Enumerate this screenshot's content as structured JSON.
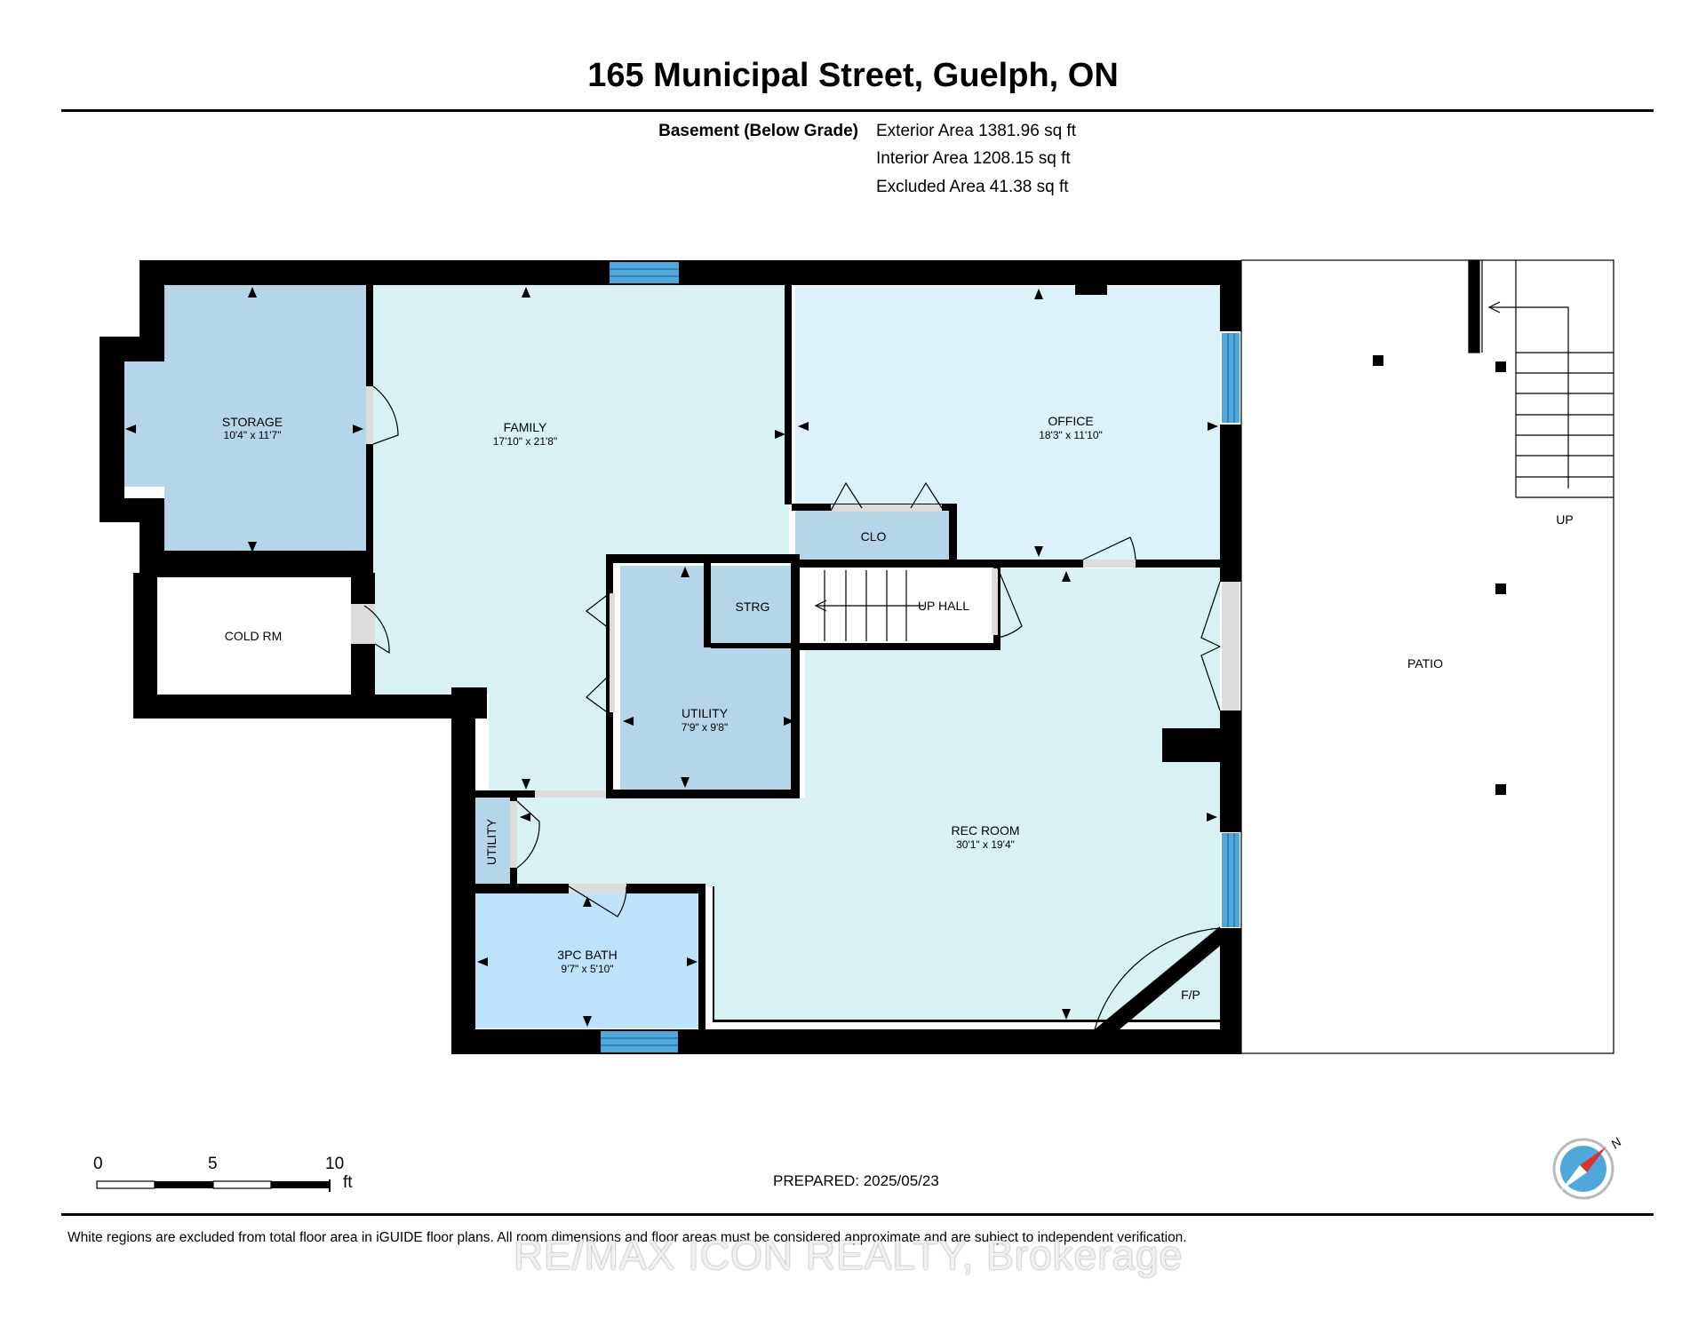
{
  "title": "165 Municipal Street, Guelph, ON",
  "level": {
    "name": "Basement (Below Grade)",
    "exterior_area": "Exterior Area 1381.96 sq ft",
    "interior_area": "Interior Area 1208.15 sq ft",
    "excluded_area": "Excluded Area 41.38 sq ft"
  },
  "rooms": {
    "storage": {
      "name": "STORAGE",
      "dims": "10'4\" x 11'7\""
    },
    "family": {
      "name": "FAMILY",
      "dims": "17'10\" x 21'8\""
    },
    "office": {
      "name": "OFFICE",
      "dims": "18'3\" x 11'10\""
    },
    "clo": {
      "name": "CLO"
    },
    "strg": {
      "name": "STRG"
    },
    "up_hall": {
      "name": "UP  HALL"
    },
    "cold_rm": {
      "name": "COLD RM"
    },
    "utility": {
      "name": "UTILITY",
      "dims": "7'9\" x 9'8\""
    },
    "utility_small": {
      "name": "UTILITY"
    },
    "rec_room": {
      "name": "REC ROOM",
      "dims": "30'1\" x 19'4\""
    },
    "bath": {
      "name": "3PC BATH",
      "dims": "9'7\" x 5'10\""
    },
    "fp": {
      "name": "F/P"
    },
    "patio": {
      "name": "PATIO"
    },
    "stairs_up": {
      "name": "UP"
    }
  },
  "scale_bar": {
    "labels": [
      "0",
      "5",
      "10"
    ],
    "unit": "ft"
  },
  "prepared": "PREPARED: 2025/05/23",
  "compass": {
    "label": "N",
    "icon": "compass-icon"
  },
  "disclaimer": "White regions are excluded from total floor area in iGUIDE floor plans. All room dimensions and floor areas must be considered approximate and are subject to independent verification.",
  "watermark": "RE/MAX ICON REALTY, Brokerage",
  "colors": {
    "wall": "#000000",
    "family_rec": "#d8f1f3",
    "storage_utility": "#b5d5e9",
    "office": "#dcf2fb",
    "bath": "#bde3fb",
    "window": "#4fa8dc",
    "door_opening": "#dcdcdc"
  }
}
